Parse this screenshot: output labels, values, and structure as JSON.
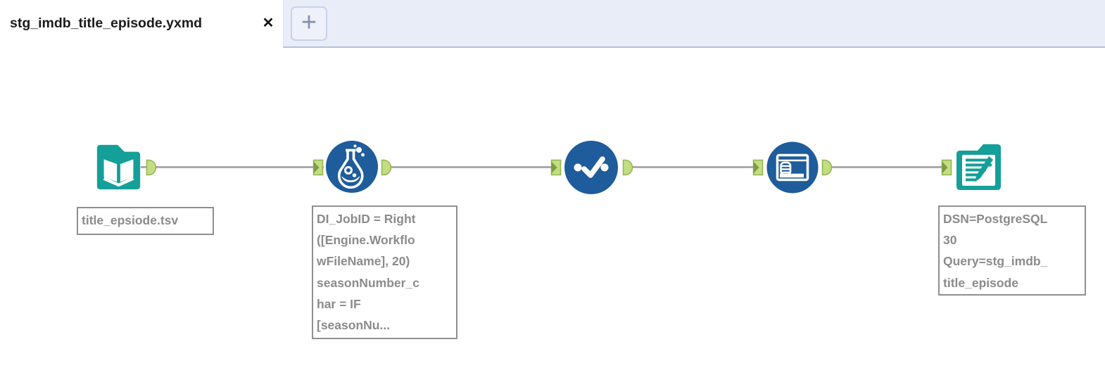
{
  "tab_bar": {
    "active_tab": {
      "label": "stg_imdb_title_episode.yxmd",
      "close_icon": "✕"
    },
    "new_tab_button_label": "+"
  },
  "workflow": {
    "tools": [
      {
        "name": "input-data",
        "icon": "open-book-icon",
        "annotation": "title_epsiode.tsv"
      },
      {
        "name": "formula",
        "icon": "flask-icon",
        "annotation": "DI_JobID = Right\n([Engine.Workflo\nwFileName], 20)\nseasonNumber_c\nhar = IF\n[seasonNu..."
      },
      {
        "name": "select",
        "icon": "checkmark-dots-icon",
        "annotation": ""
      },
      {
        "name": "select-records",
        "icon": "window-records-icon",
        "annotation": ""
      },
      {
        "name": "output-data",
        "icon": "notepad-pencil-icon",
        "annotation": "DSN=PostgreSQL\n30\nQuery=stg_imdb_\ntitle_episode"
      }
    ]
  },
  "colors": {
    "tool_teal": "#14a099",
    "tool_blue": "#1e5c9b",
    "anchor_fill": "#c3de81",
    "anchor_border": "#94b253",
    "anchor_notch": "#7e9c45",
    "connector": "#ababab",
    "annotation_text": "#8b8b8b",
    "annotation_border": "#8f8f8f",
    "tabbar_background": "#e9edf8",
    "tabbar_border": "#b7c1d9"
  }
}
